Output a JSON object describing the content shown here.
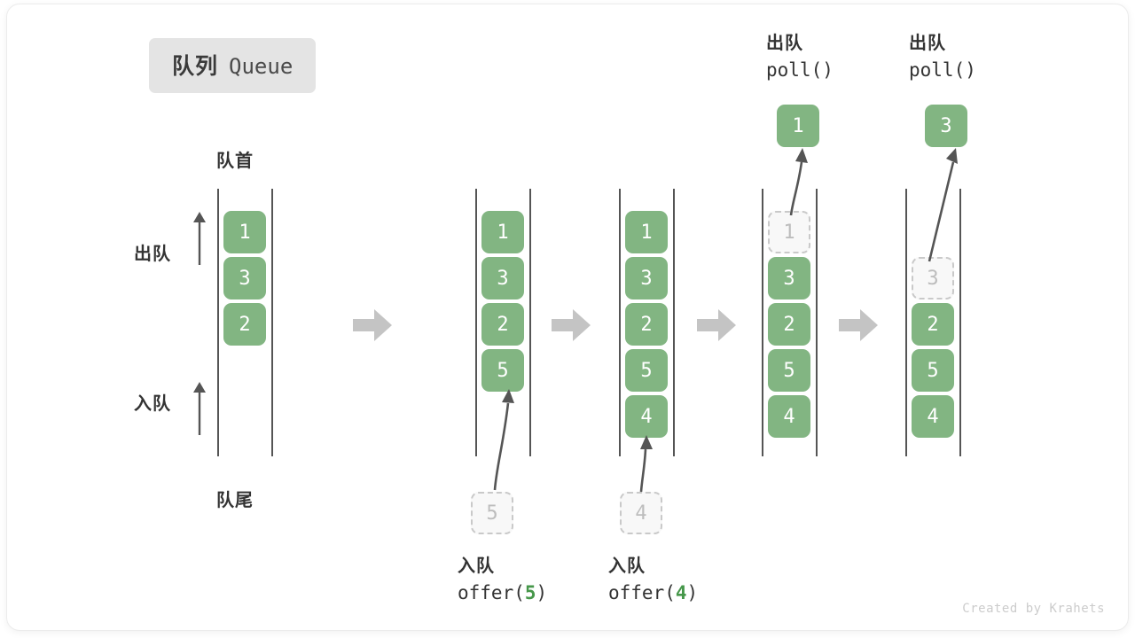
{
  "title": {
    "cn": "队列",
    "en": "Queue"
  },
  "colors": {
    "cell_fill": "#82b582",
    "cell_text": "#ffffff",
    "ghost_fill": "#f8f8f8",
    "ghost_border": "#c9c9c9",
    "ghost_text": "#bdbdbd",
    "rail": "#555555",
    "step_arrow": "#c4c4c4",
    "badge_bg": "#e4e4e4",
    "accent_green_text": "#46974a",
    "label_text": "#333333"
  },
  "labels": {
    "front": "队首",
    "rear": "队尾",
    "dequeue": "出队",
    "enqueue": "入队"
  },
  "footer": "Created by Krahets",
  "steps": [
    {
      "id": "state-initial",
      "cells": [
        "1",
        "3",
        "2"
      ],
      "ghost_index": null,
      "caption": null,
      "result": null
    },
    {
      "id": "state-after-offer-5",
      "cells": [
        "1",
        "3",
        "2",
        "5"
      ],
      "ghost_index": null,
      "caption": {
        "line1": "入队",
        "line2_pre": "offer(",
        "line2_num": "5",
        "line2_post": ")"
      },
      "incoming_ghost": "5",
      "result": null
    },
    {
      "id": "state-after-offer-4",
      "cells": [
        "1",
        "3",
        "2",
        "5",
        "4"
      ],
      "ghost_index": null,
      "caption": {
        "line1": "入队",
        "line2_pre": "offer(",
        "line2_num": "4",
        "line2_post": ")"
      },
      "incoming_ghost": "4",
      "result": null
    },
    {
      "id": "state-after-poll-1",
      "cells": [
        "1",
        "3",
        "2",
        "5",
        "4"
      ],
      "ghost_index": 0,
      "caption": null,
      "result": {
        "line1": "出队",
        "line2": "poll()",
        "value": "1"
      }
    },
    {
      "id": "state-after-poll-3",
      "cells": [
        "3",
        "2",
        "5",
        "4"
      ],
      "ghost_index": 0,
      "caption": null,
      "result": {
        "line1": "出队",
        "line2": "poll()",
        "value": "3"
      }
    }
  ],
  "chart_data": {
    "type": "diagram",
    "title": "队列 Queue",
    "description": "Queue operations: offer(5), offer(4), poll() -> 1, poll() -> 3",
    "sequence": [
      {
        "state": [
          "1",
          "3",
          "2"
        ],
        "op": ""
      },
      {
        "state": [
          "1",
          "3",
          "2",
          "5"
        ],
        "op": "offer(5)"
      },
      {
        "state": [
          "1",
          "3",
          "2",
          "5",
          "4"
        ],
        "op": "offer(4)"
      },
      {
        "state": [
          "3",
          "2",
          "5",
          "4"
        ],
        "op": "poll()",
        "returned": "1"
      },
      {
        "state": [
          "2",
          "5",
          "4"
        ],
        "op": "poll()",
        "returned": "3"
      }
    ]
  }
}
